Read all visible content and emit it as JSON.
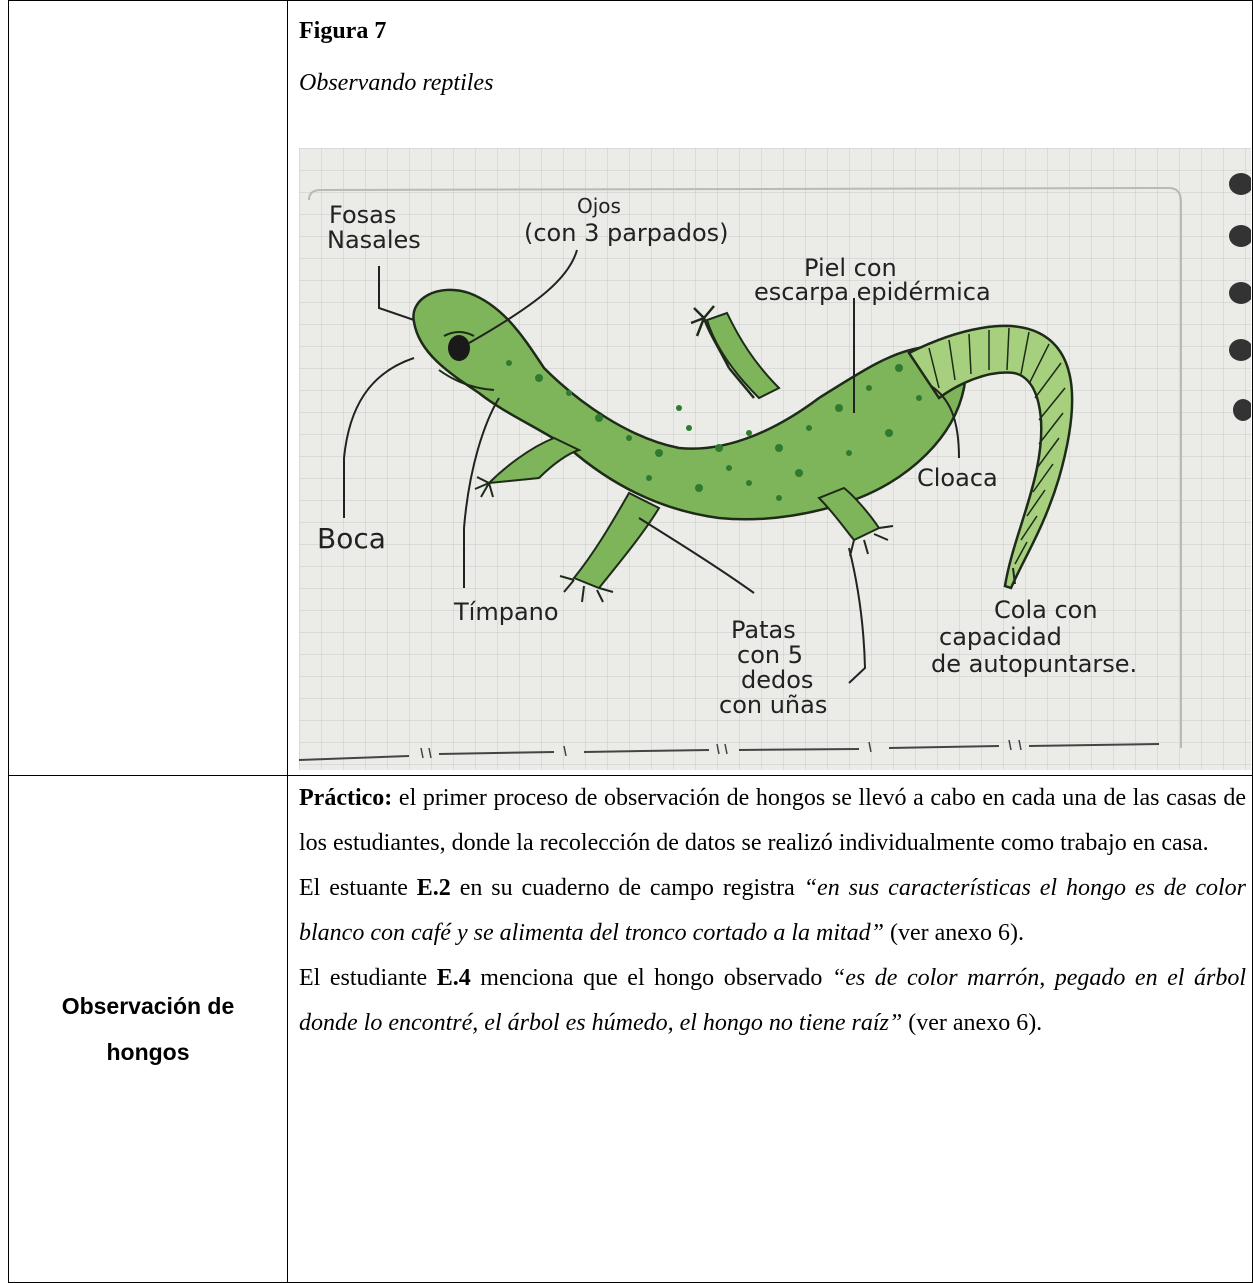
{
  "figure": {
    "number": "Figura 7",
    "caption": "Observando reptiles",
    "labels": {
      "fosas": [
        "Fosas",
        "Nasales"
      ],
      "ojos": [
        "Ojos",
        "(con 3 parpados)"
      ],
      "piel": [
        "Piel con",
        "escarpa epidérmica"
      ],
      "cloaca": "Cloaca",
      "boca": "Boca",
      "timpano": "Tímpano",
      "patas": [
        "Patas",
        "con 5",
        "dedos",
        "con uñas"
      ],
      "cola": [
        "Cola con",
        "capacidad",
        "de autopuntarse."
      ]
    }
  },
  "row2": {
    "heading_line1": "Observación de",
    "heading_line2": "hongos",
    "p1_bold": "Práctico:",
    "p1_text": " el primer proceso de observación de hongos se llevó a cabo en cada una de las casas de los estudiantes, donde la recolección de datos se realizó individualmente como trabajo en casa.",
    "p2_a": "El estuante ",
    "p2_b": "E.2",
    "p2_c": " en su cuaderno de campo registra ",
    "p2_quote": "“en sus características el hongo es de color blanco con café y se alimenta del tronco cortado a la mitad”",
    "p2_d": " (ver anexo 6).",
    "p3_a": "El estudiante ",
    "p3_b": "E.4",
    "p3_c": " menciona que el hongo observado ",
    "p3_quote": "“es de color marrón, pegado en el árbol donde lo encontré, el árbol es húmedo, el hongo no tiene raíz”",
    "p3_d": " (ver anexo 6)."
  },
  "colors": {
    "lizard": "#7fb55a",
    "spots": "#2f7a2f",
    "paper": "#ebebe8",
    "grid": "#c9cbc8"
  }
}
